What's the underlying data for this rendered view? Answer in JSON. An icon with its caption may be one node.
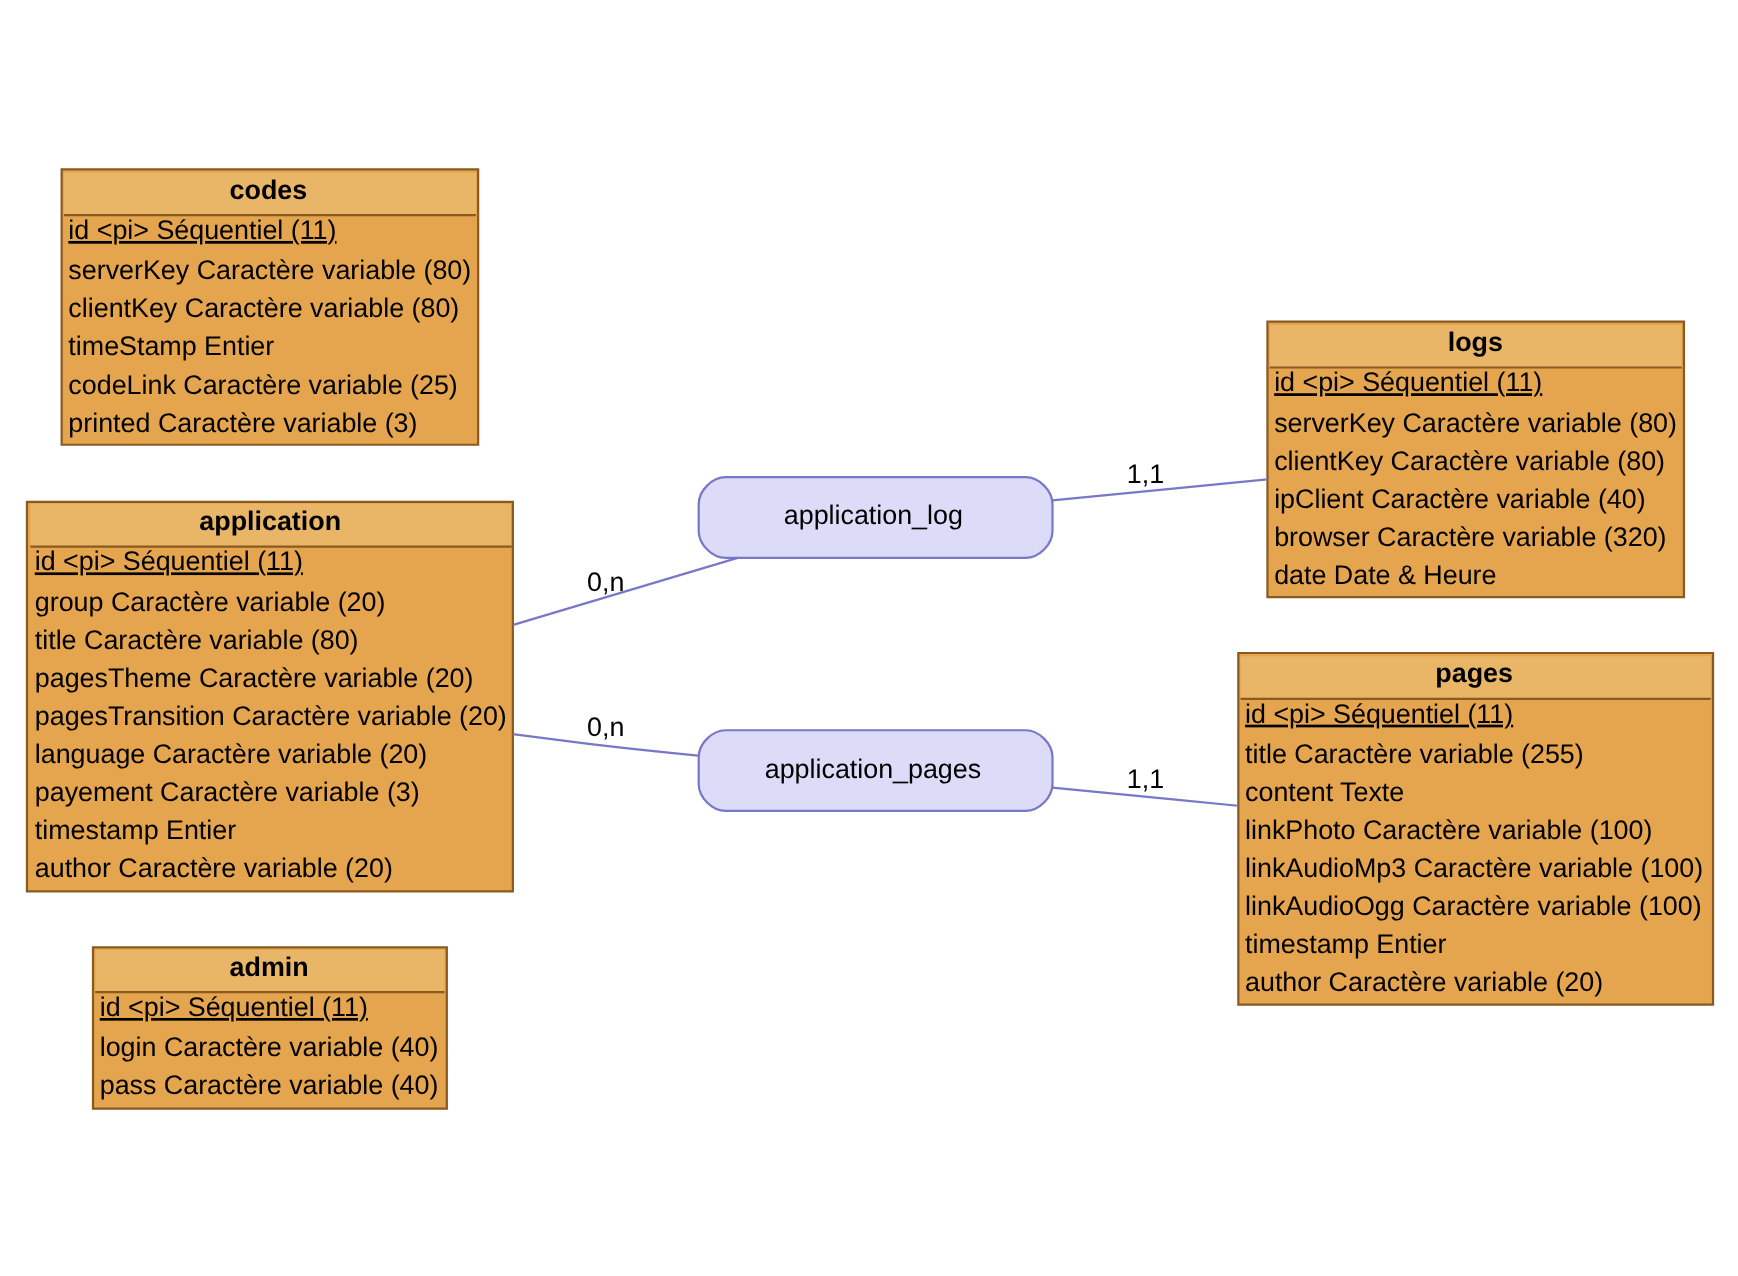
{
  "diagram": {
    "nodes": [
      {
        "text": [
          "admin",
          "id <pi> Séquentiel (11)",
          "login Caractère variable (40)",
          "pass Caractère variable (40)"
        ]
      },
      {
        "text": [
          "logs",
          "id <pi> Séquentiel (11)",
          "serverKey Caractère variable (80)",
          "clientKey Caractère variable (80)",
          "ipClient Caractère variable (40)",
          "browser Caractère variable (320)",
          "date Date & Heure"
        ]
      },
      {
        "text": [
          "application",
          "id <pi> Séquentiel (11)",
          "group Caractère variable (20)",
          "title Caractère variable (80)",
          "pagesTheme Caractère variable (20)",
          "pagesTransition Caractère variable (20)",
          "language Caractère variable (20)",
          "payement Caractère variable (3)",
          "timestamp Entier",
          "author Caractère variable (20)"
        ]
      },
      {
        "text": [
          "application_log"
        ]
      },
      {
        "text": [
          "application_pages"
        ]
      },
      {
        "text": [
          "codes",
          "id <pi> Séquentiel (11)",
          "serverKey Caractère variable (80)",
          "clientKey Caractère variable (80)",
          "timeStamp Entier",
          "codeLink Caractère variable (25)",
          "printed Caractère variable (3)"
        ]
      },
      {
        "text": [
          "pages",
          "id <pi> Séquentiel (11)",
          "title Caractère variable (255)",
          "content Texte",
          "linkPhoto Caractère variable (100)",
          "linkAudioMp3 Caractère variable (100)",
          "linkAudioOgg Caractère variable (100)",
          "timestamp Entier",
          "author Caractère variable (20)"
        ]
      }
    ],
    "edges": [
      {
        "from": 2,
        "to": 3,
        "arrow": "none",
        "label": "0,n"
      },
      {
        "from": 3,
        "to": 1,
        "arrow": "none",
        "label": "1,1"
      },
      {
        "from": 2,
        "to": 4,
        "arrow": "none",
        "label": "0,n"
      },
      {
        "from": 4,
        "to": 6,
        "arrow": "none",
        "label": "1,1"
      }
    ]
  }
}
